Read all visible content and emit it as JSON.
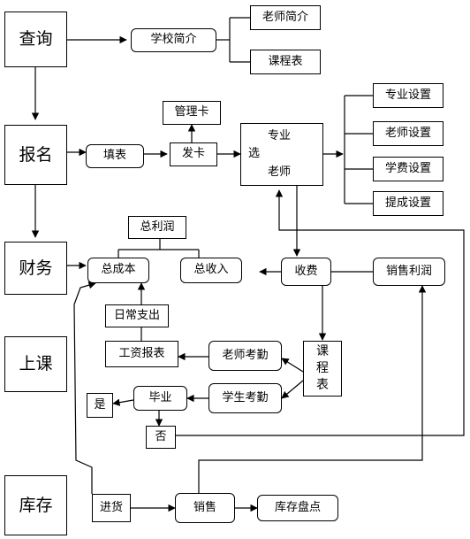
{
  "modules": {
    "query": "查询",
    "register": "报名",
    "finance": "财务",
    "class": "上课",
    "inventory": "库存"
  },
  "query": {
    "school_intro": "学校简介",
    "teacher_intro": "老师简介",
    "timetable": "课程表"
  },
  "register": {
    "fill_form": "填表",
    "issue_card": "发卡",
    "manage_card": "管理卡",
    "select_label": "选",
    "major": "专业",
    "teacher": "老师"
  },
  "settings": {
    "major_setting": "专业设置",
    "teacher_setting": "老师设置",
    "fee_setting": "学费设置",
    "commission_setting": "提成设置"
  },
  "finance": {
    "total_profit": "总利润",
    "total_cost": "总成本",
    "total_income": "总收入",
    "charge": "收费",
    "sales_profit": "销售利润",
    "daily_expense": "日常支出",
    "salary_report": "工资报表"
  },
  "class": {
    "teacher_attendance": "老师考勤",
    "student_attendance": "学生考勤",
    "timetable_vertical": [
      "课",
      "程",
      "表"
    ],
    "graduate": "毕业",
    "yes": "是",
    "no": "否"
  },
  "inventory": {
    "purchase": "进货",
    "sales": "销售",
    "stocktake": "库存盘点"
  }
}
